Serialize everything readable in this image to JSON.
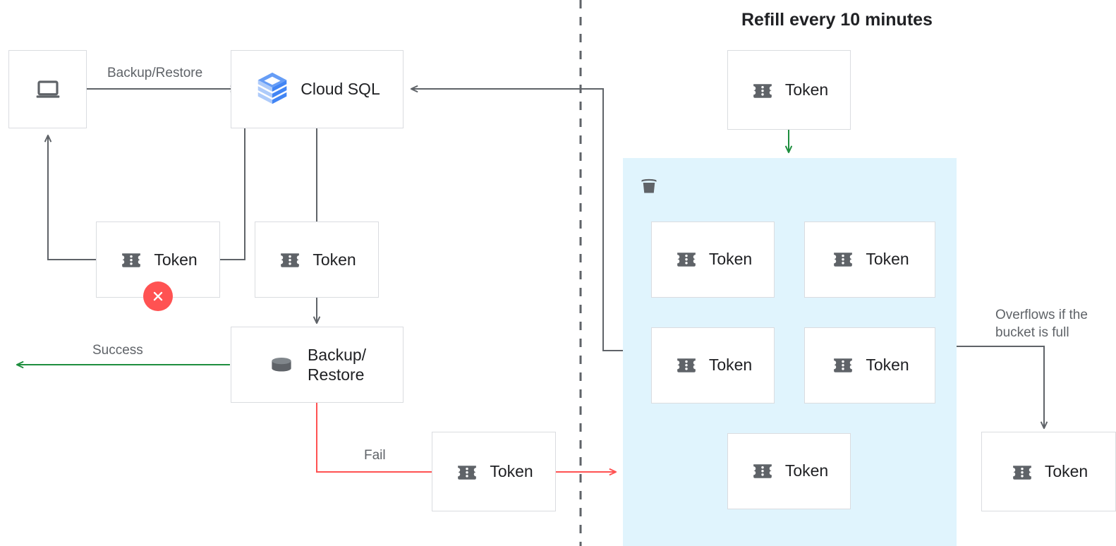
{
  "diagram": {
    "title": "Refill every 10 minutes",
    "token_label": "Token",
    "bucket_label": "Bucket",
    "colors": {
      "bucket_fill": "#e0f4fd",
      "success_green": "#1e8e3e",
      "fail_red": "#ff5252",
      "wire_gray": "#5f6368",
      "box_border": "#dadce0",
      "text_dark": "#202124",
      "text_muted": "#5f6368",
      "token_icon": "#5f6368",
      "cloudsql_blue": "#4285f4"
    }
  },
  "nodes": {
    "client": {
      "label": "",
      "icon": "laptop-icon"
    },
    "cloudsql": {
      "label": "Cloud SQL",
      "icon": "cloud-sql-icon"
    },
    "token_client": {
      "label": "Token",
      "icon": "token-icon",
      "badge": "error-x-badge"
    },
    "token_cloudsql": {
      "label": "Token",
      "icon": "token-icon"
    },
    "backup_restore": {
      "label": "Backup/\nRestore",
      "icon": "database-icon"
    },
    "token_fail": {
      "label": "Token",
      "icon": "token-icon"
    },
    "token_refill": {
      "label": "Token",
      "icon": "token-icon"
    },
    "token_overflow": {
      "label": "Token",
      "icon": "token-icon"
    },
    "bucket_tokens": [
      {
        "label": "Token",
        "icon": "token-icon"
      },
      {
        "label": "Token",
        "icon": "token-icon"
      },
      {
        "label": "Token",
        "icon": "token-icon"
      },
      {
        "label": "Token",
        "icon": "token-icon"
      },
      {
        "label": "Token",
        "icon": "token-icon"
      }
    ]
  },
  "edges": {
    "backup_restore_label": "Backup/Restore",
    "success_label": "Success",
    "fail_label": "Fail",
    "overflow_label": "Overflows if the\nbucket is full"
  }
}
